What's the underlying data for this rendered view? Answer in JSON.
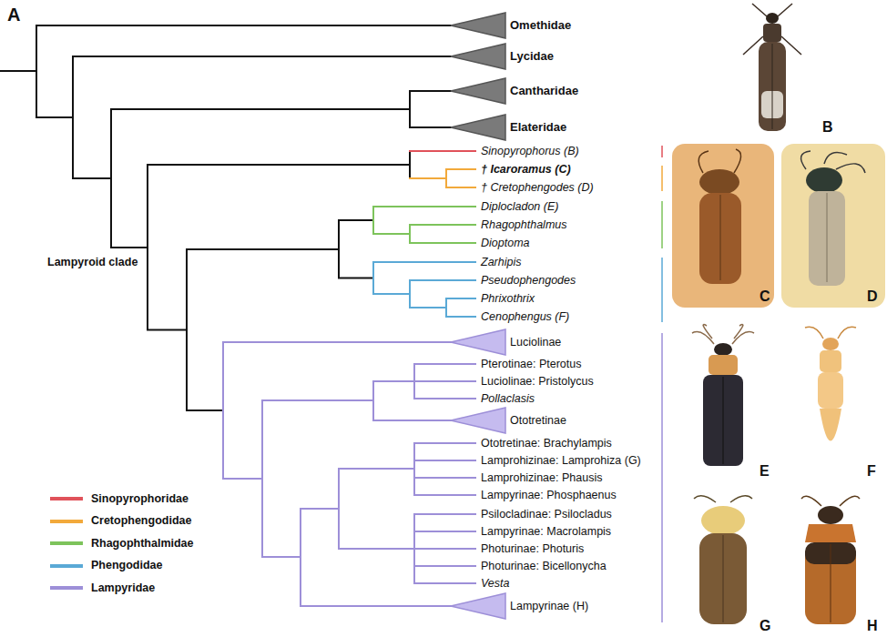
{
  "diagram": {
    "labels": [
      "A",
      "Omethidae",
      "Lycidae",
      "Cantharidae",
      "Elateridae",
      "Sinopyrophorus (B)",
      "† Icaroramus (C)",
      "† Cretophengodes (D)",
      "Diplocladon (E)",
      "Rhagophthalmus",
      "Dioptoma",
      "Zarhipis",
      "Pseudophengodes",
      "Phrixothrix",
      "Cenophengus (F)",
      "Luciolinae",
      "Pterotinae: Pterotus",
      "Luciolinae: Pristolycus",
      "Pollaclasis",
      "Ototretinae",
      "Ototretinae: Brachylampis",
      "Lamprohizinae: Lamprohiza (G)",
      "Lamprohizinae: Phausis",
      "Lampyrinae: Phosphaenus",
      "Psilocladinae: Psilocladus",
      "Lampyrinae: Macrolampis",
      "Photurinae: Photuris",
      "Photurinae: Bicellonycha",
      "Vesta",
      "Lampyrinae (H)",
      "Lampyroid clade",
      "B",
      "C",
      "D",
      "E",
      "F",
      "G",
      "H"
    ],
    "legend": [
      {
        "text": "Sinopyrophoridae",
        "color": "#e0525a"
      },
      {
        "text": "Cretophengodidae",
        "color": "#f2a93b"
      },
      {
        "text": "Rhagophthalmidae",
        "color": "#7dc35b"
      },
      {
        "text": "Phengodidae",
        "color": "#5aa9d6"
      },
      {
        "text": "Lampyridae",
        "color": "#9d8fd8"
      }
    ]
  }
}
